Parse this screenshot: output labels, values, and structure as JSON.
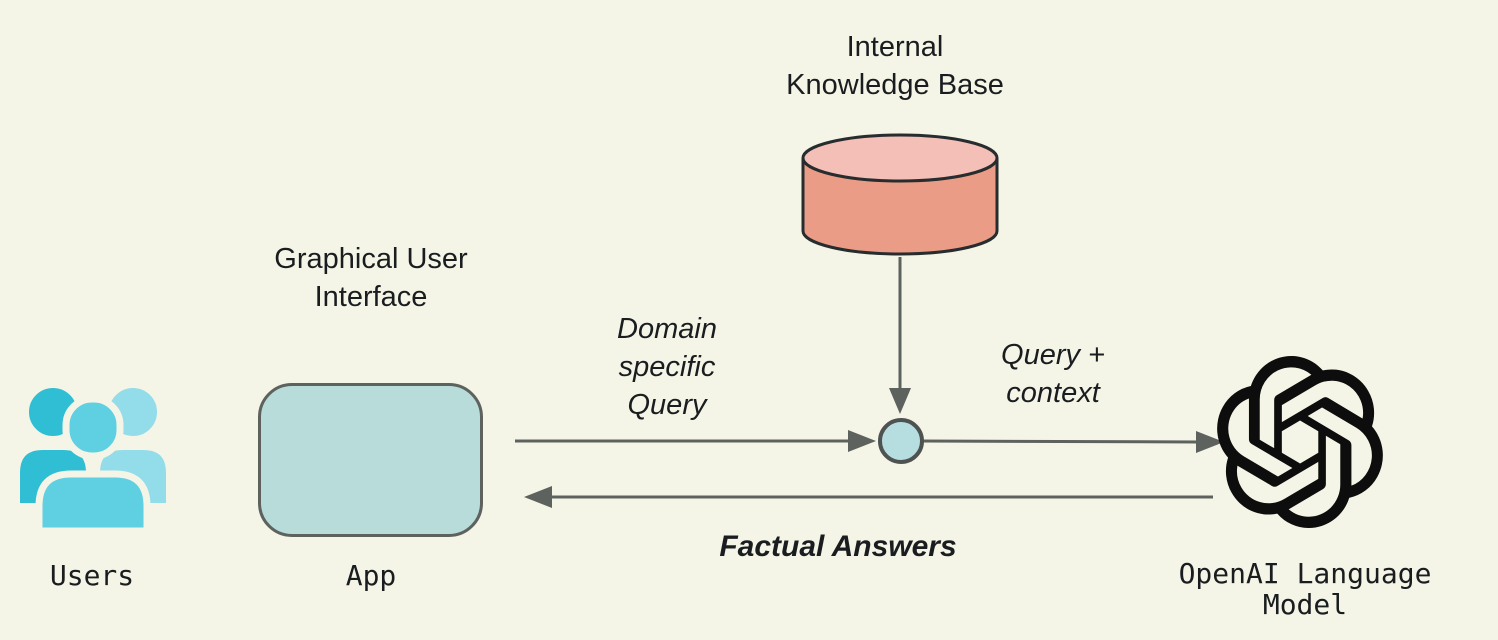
{
  "diagram": {
    "users": {
      "label": "Users"
    },
    "gui": {
      "title_line1": "Graphical User",
      "title_line2": "Interface",
      "app_label": "App"
    },
    "knowledge_base": {
      "title_line1": "Internal",
      "title_line2": "Knowledge Base"
    },
    "openai": {
      "label_line1": "OpenAI Language",
      "label_line2": "Model"
    },
    "edges": {
      "domain_query_line1": "Domain",
      "domain_query_line2": "specific",
      "domain_query_line3": "Query",
      "query_context_line1": "Query +",
      "query_context_line2": "context",
      "factual_answers": "Factual Answers"
    }
  },
  "icons": {
    "users": "users-group-icon",
    "knowledge_base": "database-cylinder-icon",
    "junction": "merge-junction-node",
    "openai": "openai-logo-icon"
  },
  "colors": {
    "bg": "#f4f5e6",
    "ink": "#1a1d1f",
    "line": "#5d625f",
    "app-fill": "#b7dcd9",
    "app-stroke": "#5d625f",
    "node-fill": "#b6dee1",
    "node-stroke": "#4e5352",
    "cyl-body": "#eb9c86",
    "cyl-top": "#f3bfb7",
    "cyl-stroke": "#272c2e",
    "user-dark": "#2fbed4",
    "user-mid": "#5ed0e1",
    "user-light": "#93dcea",
    "logo": "#0d0d0d"
  }
}
